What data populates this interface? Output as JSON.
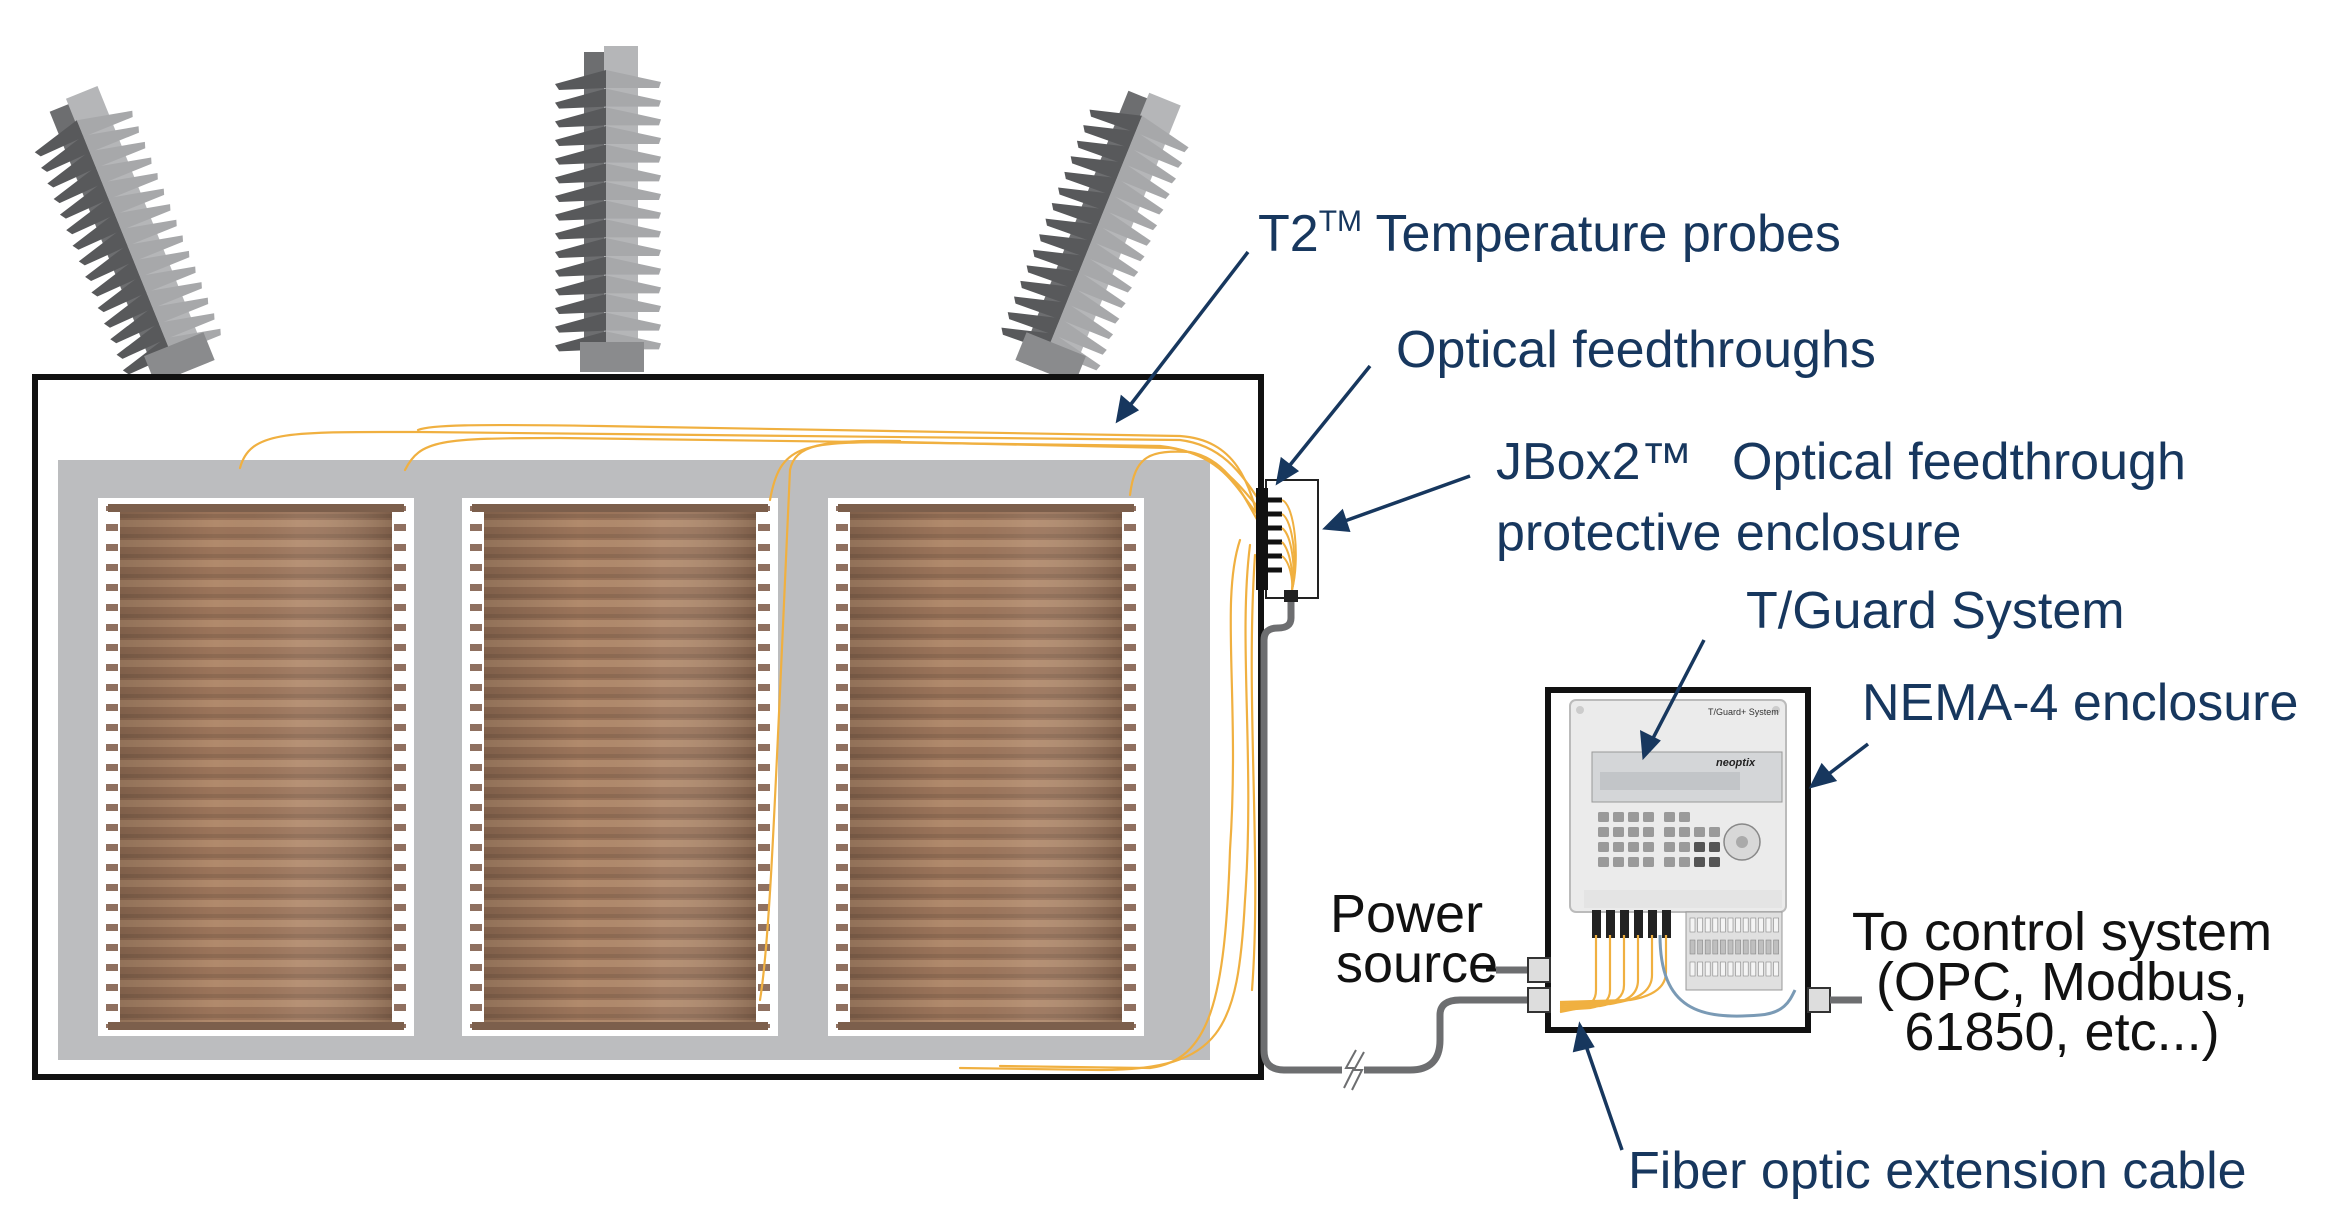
{
  "labels": {
    "probes": "T2",
    "probes_tm": "TM",
    "probes_rest": " Temperature probes",
    "feedthroughs": "Optical feedthroughs",
    "jbox": "JBox2™",
    "jbox_rest": "Optical feedthrough",
    "jbox_line2": "protective enclosure",
    "tguard": "T/Guard System",
    "nema": "NEMA-4 enclosure",
    "power_line1": "Power",
    "power_line2": "source",
    "control_line1": "To control system",
    "control_line2": "(OPC, Modbus,",
    "control_line3": "61850, etc...)",
    "fiber": "Fiber optic extension cable"
  },
  "device": {
    "panel_title": "T/Guard+ System",
    "brand": "neoptix"
  },
  "colors": {
    "label_blue": "#17375e",
    "fiber_orange": "#f0b040",
    "winding_brown": "#a2785a",
    "core_gray": "#bcbdbf",
    "bushing_light": "#b5b6b8",
    "bushing_dark": "#6d6e70"
  }
}
